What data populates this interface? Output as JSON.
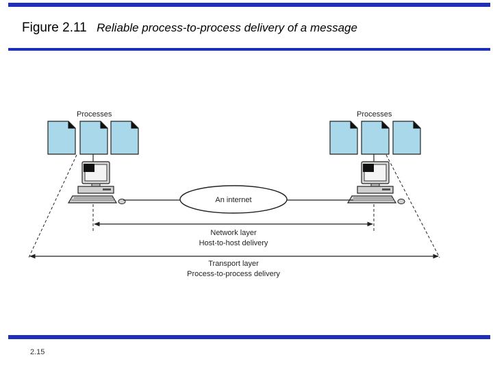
{
  "header": {
    "figure_number": "Figure 2.11",
    "caption": "Reliable process-to-process delivery of a message"
  },
  "diagram": {
    "left_group_label": "Processes",
    "right_group_label": "Processes",
    "cloud_label": "An internet",
    "network_layer": {
      "line1": "Network layer",
      "line2": "Host-to-host delivery"
    },
    "transport_layer": {
      "line1": "Transport layer",
      "line2": "Process-to-process delivery"
    }
  },
  "footer": {
    "page_number": "2.15"
  },
  "colors": {
    "accent_bar": "#1f2fb8",
    "document_fill": "#a9d8ea",
    "monitor_screen": "#f4f4f4"
  }
}
